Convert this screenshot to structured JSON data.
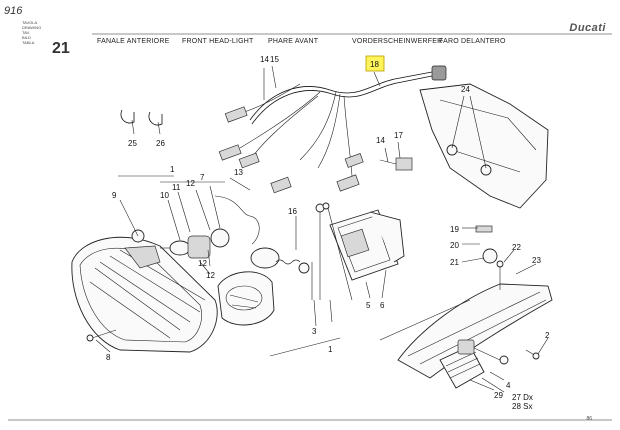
{
  "header": {
    "model": "916",
    "tav_lines": [
      "TAVOLA",
      "DRAWING",
      "TAV.",
      "BILD",
      "TABLA"
    ],
    "table_number": "21",
    "titles": {
      "it": "FANALE ANTERIORE",
      "en": "FRONT HEAD-LIGHT",
      "fr": "PHARE AVANT",
      "de": "VORDERSCHEINWERFER",
      "es": "FARO DELANTERO"
    },
    "brand": "Ducati"
  },
  "callouts": {
    "c1": "1",
    "c2": "2",
    "c3": "3",
    "c4": "4",
    "c5": "5",
    "c6": "6",
    "c7": "7",
    "c8": "8",
    "c9": "9",
    "c10": "10",
    "c11": "11",
    "c12": "12",
    "c13": "13",
    "c14a": "14",
    "c14b": "14",
    "c15": "15",
    "c16": "16",
    "c17": "17",
    "c18": "18",
    "c19": "19",
    "c20": "20",
    "c21": "21",
    "c22": "22",
    "c23": "23",
    "c24": "24",
    "c25": "25",
    "c26": "26",
    "c27": "27 Dx",
    "c28": "28 Sx",
    "c29": "29",
    "c12b": "12"
  },
  "highlight": {
    "callout": "18",
    "color": "#fff45a"
  },
  "footer": {
    "page_number": "86"
  }
}
